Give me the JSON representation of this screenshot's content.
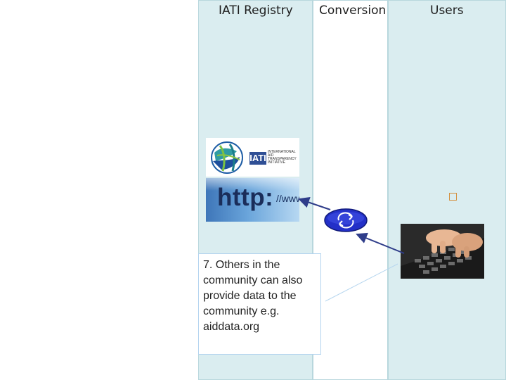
{
  "lanes": {
    "iati_registry": "IATI Registry",
    "conversion": "Conversion",
    "users": "Users"
  },
  "logo": {
    "mark": "IATI",
    "lines": [
      "INTERNATIONAL",
      "AID",
      "TRANSPARENCY",
      "INITIATIVE"
    ]
  },
  "http_banner": {
    "text": "http:",
    "suffix": "//www"
  },
  "note": {
    "text": "7. Others in the community can also provide data to the community e.g. aiddata.org"
  },
  "icons": {
    "iati_globe": "globe-icon",
    "conversion": "refresh-icon",
    "users": "laptop-keyboard-icon",
    "placeholder": "square-icon"
  },
  "colors": {
    "lane_fill": "#daedf0",
    "arrow": "#2f3d8a",
    "connector_line": "#b6d6ef"
  }
}
